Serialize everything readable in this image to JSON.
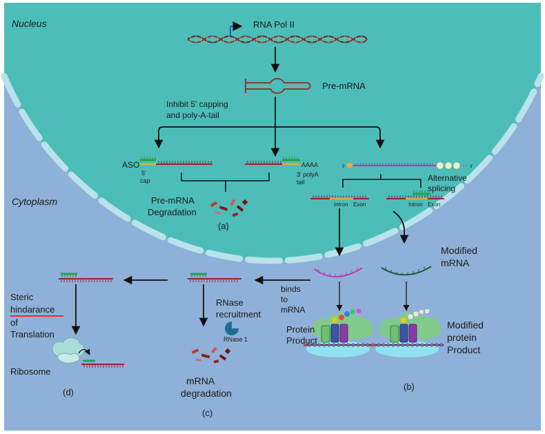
{
  "regions": {
    "nucleus": "Nucleus",
    "cytoplasm": "Cytoplasm"
  },
  "top": {
    "rna_pol": "RNA Pol II",
    "pre_mrna": "Pre-mRNA",
    "inhibit_line1": "Inhibit 5' capping",
    "inhibit_line2": "and poly-A-tail"
  },
  "branch_a": {
    "aso": "ASO",
    "five": "5'",
    "cap": "cap",
    "aaaa": "AAAA",
    "polya_line1": "3' polyA",
    "polya_line2": "tail",
    "degradation_line1": "Pre-mRNA",
    "degradation_line2": "Degradation",
    "label": "(a)"
  },
  "branch_b": {
    "five_prime": "5'",
    "three_prime": "3'",
    "alt_line1": "Alternative",
    "alt_line2": "splicing",
    "intron": "Intron",
    "exon": "Exon",
    "intron2": "Intron",
    "exon2": "Exon",
    "modified_line1": "Modified",
    "modified_line2": "mRNA",
    "protein_line1": "Protein",
    "protein_line2": "Product",
    "modprot_line1": "Modified",
    "modprot_line2": "protein",
    "modprot_line3": "Product",
    "label": "(b)"
  },
  "branch_c": {
    "binds_line1": "binds",
    "binds_line2": "to",
    "binds_line3": "mRNA",
    "rnase_line1": "RNase",
    "rnase_line2": "recruitment",
    "rnase1": "RNase 1",
    "deg_line1": "mRNA",
    "deg_line2": "degradation",
    "label": "(c)"
  },
  "branch_d": {
    "steric": "Steric",
    "hindarance": "hindarance",
    "of": "of",
    "translation": "Translation",
    "ribosome": "Ribosome",
    "label": "(d)"
  },
  "colors": {
    "nucleus": "#4dbdb9",
    "cytoplasm": "#8fb0d8",
    "aso": "#27a24a",
    "rna": "#9b2335",
    "text_red": "#e0312b",
    "text_blue": "#1f78b4"
  }
}
